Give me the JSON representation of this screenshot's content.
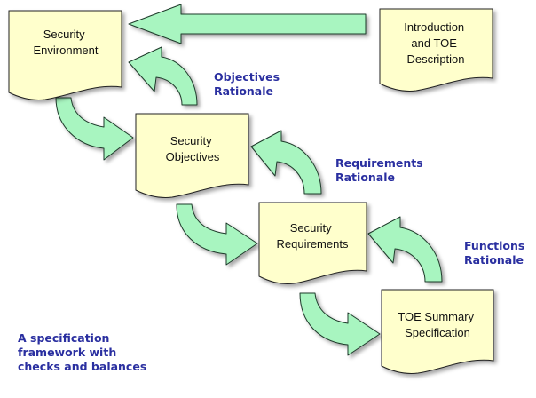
{
  "colors": {
    "doc_fill": "#FFFFCC",
    "doc_stroke": "#222222",
    "arrow_fill": "#A8F5C0",
    "arrow_stroke": "#1F3A2A",
    "label": "#2A2FA0"
  },
  "documents": {
    "security_environment": [
      "Security",
      "Environment"
    ],
    "intro_toe": [
      "Introduction",
      "and TOE",
      "Description"
    ],
    "security_objectives": [
      "Security",
      "Objectives"
    ],
    "security_requirements": [
      "Security",
      "Requirements"
    ],
    "toe_summary": [
      "TOE Summary",
      "Specification"
    ]
  },
  "rationales": {
    "objectives": [
      "Objectives",
      "Rationale"
    ],
    "requirements": [
      "Requirements",
      "Rationale"
    ],
    "functions": [
      "Functions",
      "Rationale"
    ]
  },
  "caption": [
    "A specification",
    "framework with",
    "checks and balances"
  ]
}
